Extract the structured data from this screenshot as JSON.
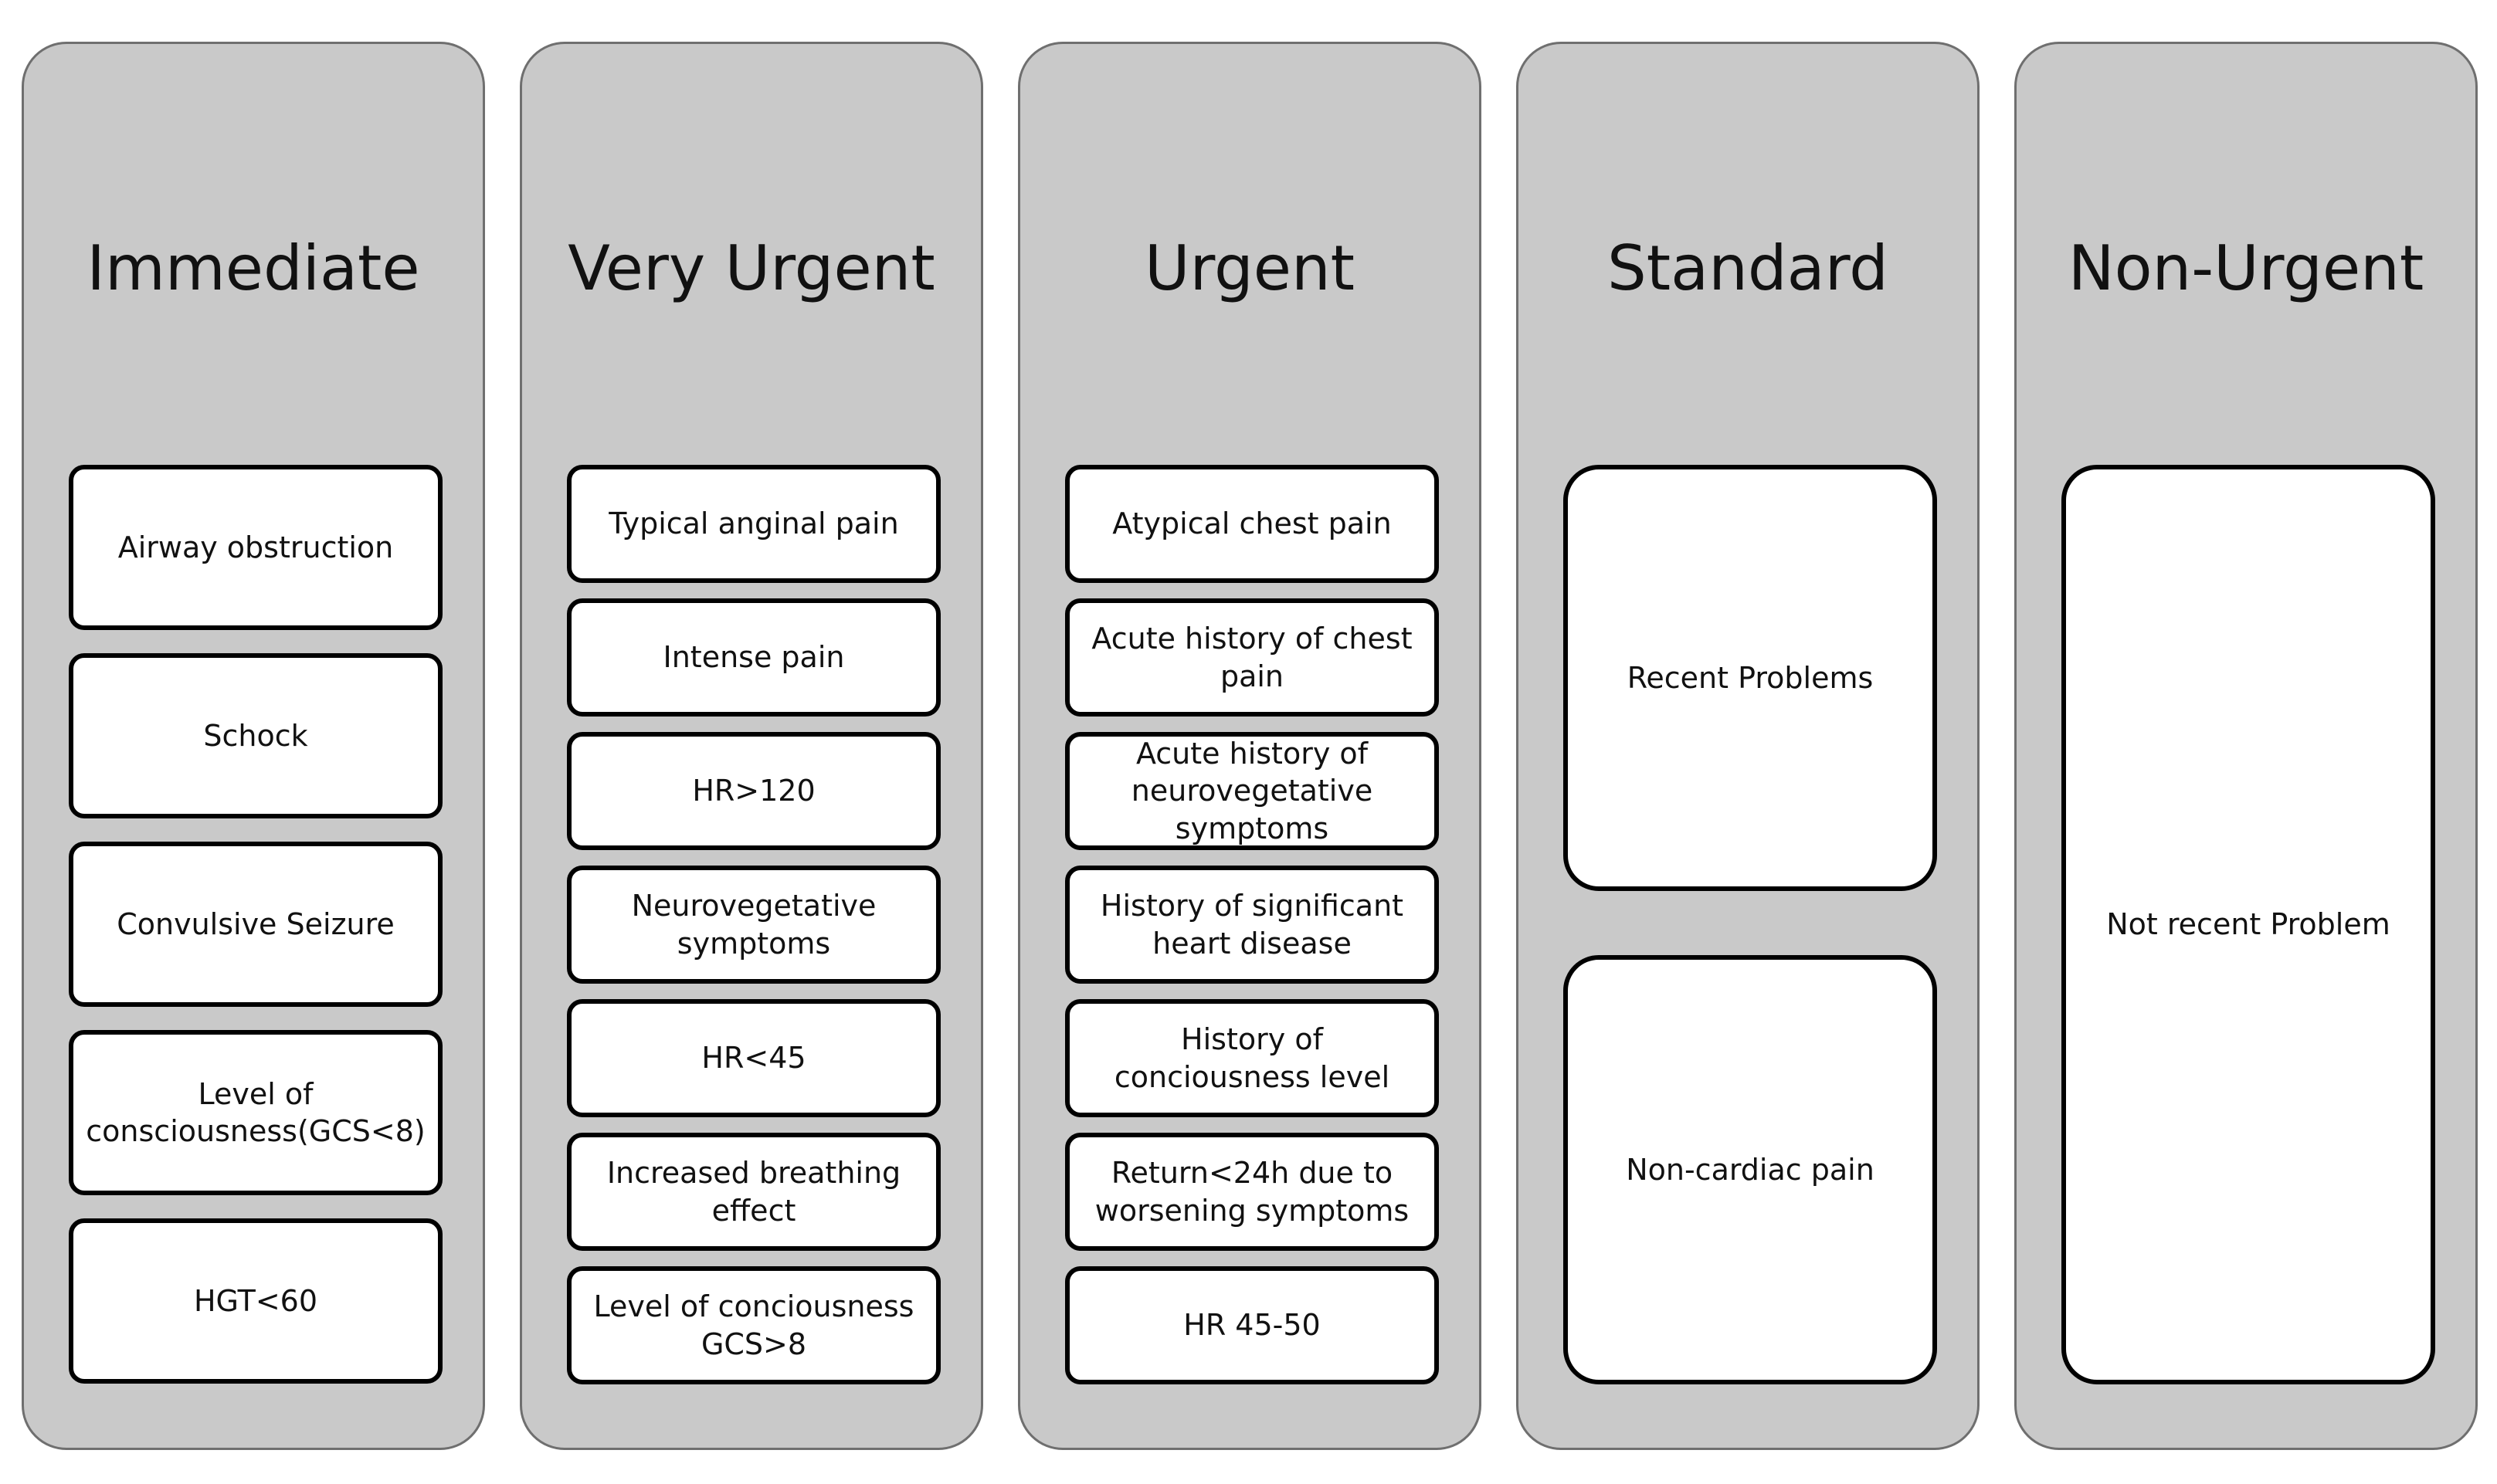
{
  "columns": [
    {
      "title": "Immediate",
      "items": [
        "Airway obstruction",
        "Schock",
        "Convulsive Seizure",
        "Level of consciousness(GCS<8)",
        "HGT<60"
      ]
    },
    {
      "title": "Very Urgent",
      "items": [
        "Typical anginal pain",
        "Intense pain",
        "HR>120",
        "Neurovegetative symptoms",
        "HR<45",
        "Increased breathing effect",
        "Level of conciousness GCS>8"
      ]
    },
    {
      "title": "Urgent",
      "items": [
        "Atypical chest pain",
        "Acute history of chest pain",
        "Acute history of neurovegetative symptoms",
        "History of significant heart disease",
        "History of conciousness level",
        "Return<24h due to worsening symptoms",
        "HR 45-50"
      ]
    },
    {
      "title": "Standard",
      "items": [
        "Recent Problems",
        "Non-cardiac pain"
      ]
    },
    {
      "title": "Non-Urgent",
      "items": [
        "Not recent Problem"
      ]
    }
  ],
  "colors": {
    "column_fill": "#c9c9c9",
    "column_border": "#6f6f6f",
    "box_fill": "#ffffff",
    "box_border": "#000000",
    "text": "#111111"
  }
}
